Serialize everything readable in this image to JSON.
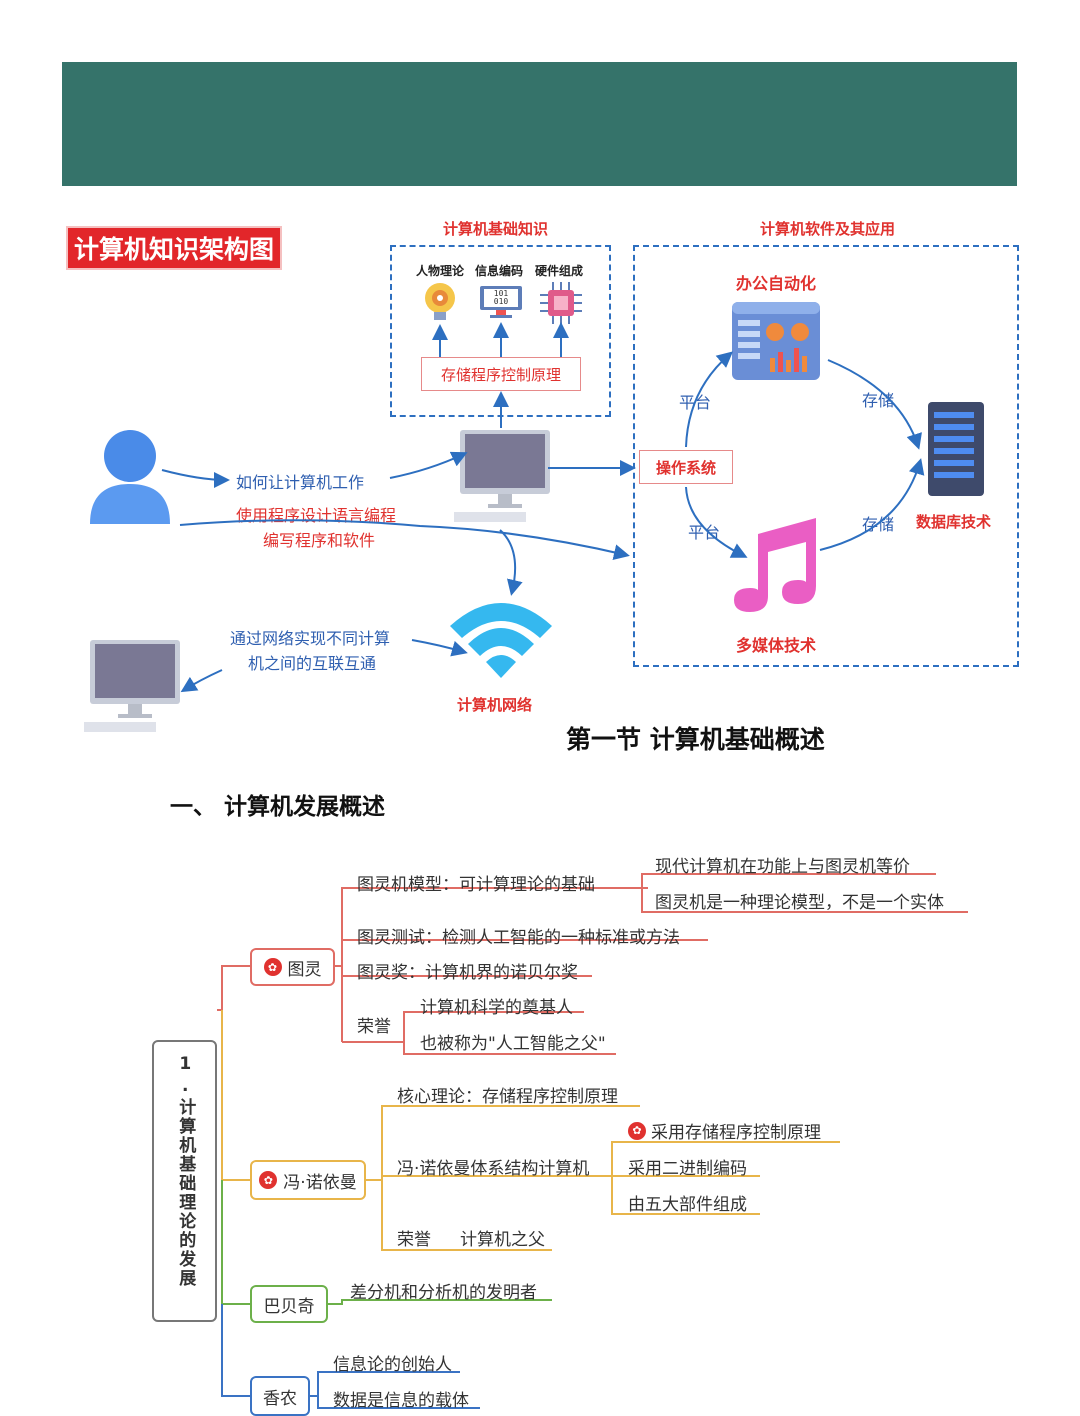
{
  "diagram": {
    "title": "计算机知识架构图",
    "basics": {
      "label": "计算机基础知识",
      "items": [
        "人物理论",
        "信息编码",
        "硬件组成"
      ],
      "binary_display": [
        "101",
        "010"
      ],
      "principle": "存储程序控制原理"
    },
    "software": {
      "label": "计算机软件及其应用",
      "office": "办公自动化",
      "os": "操作系统",
      "multimedia": "多媒体技术",
      "database": "数据库技术",
      "platform_top": "平台",
      "platform_bottom": "平台",
      "storage_top": "存储",
      "storage_bottom": "存储"
    },
    "user_text_1": "如何让计算机工作",
    "user_text_2": "使用程序设计语言编程",
    "user_text_3": "编写程序和软件",
    "network_text_1": "通过网络实现不同计算",
    "network_text_2": "机之间的互联互通",
    "network_label": "计算机网络"
  },
  "section_title": "第一节 计算机基础概述",
  "subsection_title": "一、 计算机发展概述",
  "mindmap": {
    "root": "1.计算机基础理论的发展",
    "turing": {
      "label": "图灵",
      "model": "图灵机模型：可计算理论的基础",
      "model_sub_1": "现代计算机在功能上与图灵机等价",
      "model_sub_2": "图灵机是一种理论模型，不是一个实体",
      "test": "图灵测试：检测人工智能的一种标准或方法",
      "award": "图灵奖：计算机界的诺贝尔奖",
      "honor": "荣誉",
      "honor_1": "计算机科学的奠基人",
      "honor_2": "也被称为\"人工智能之父\""
    },
    "neumann": {
      "label": "冯·诺依曼",
      "core": "核心理论：存储程序控制原理",
      "arch": "冯·诺依曼体系结构计算机",
      "arch_1": "采用存储程序控制原理",
      "arch_2": "采用二进制编码",
      "arch_3": "由五大部件组成",
      "honor": "荣誉",
      "honor_text": "计算机之父"
    },
    "babbage": {
      "label": "巴贝奇",
      "text": "差分机和分析机的发明者"
    },
    "shannon": {
      "label": "香农",
      "text_1": "信息论的创始人",
      "text_2": "数据是信息的载体"
    },
    "colors": {
      "turing": "#e06c64",
      "neumann": "#e8b54a",
      "babbage": "#6cb04a",
      "shannon": "#3a73c4",
      "root": "#777777"
    }
  }
}
